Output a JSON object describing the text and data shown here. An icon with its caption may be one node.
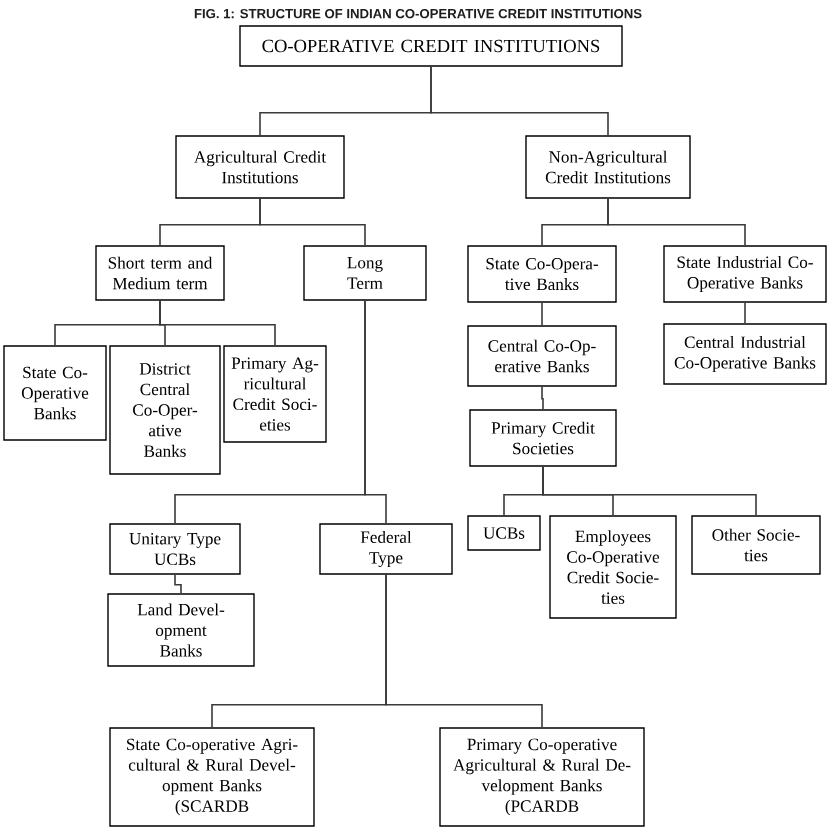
{
  "diagram": {
    "title": "FIG. 1: STRUCTURE OF INDIAN CO-OPERATIVE CREDIT INSTITUTIONS",
    "nodes": [
      {
        "text": [
          "CO-OPERATIVE CREDIT INSTITUTIONS"
        ]
      },
      {
        "text": [
          "Agricultural Credit Institutions"
        ]
      },
      {
        "text": [
          "Non-Agricultural Credit Institutions"
        ]
      },
      {
        "text": [
          "Short term and Medium term"
        ]
      },
      {
        "text": [
          "Long Term"
        ]
      },
      {
        "text": [
          "State Co-Opera- tive Banks"
        ]
      },
      {
        "text": [
          "State Industrial Co- Operative Banks"
        ]
      },
      {
        "text": [
          "State Co- Operative Banks"
        ]
      },
      {
        "text": [
          "District Central Co-Oper- ative Banks"
        ]
      },
      {
        "text": [
          "Primary Ag- ricultural Credit Soci- eties"
        ]
      },
      {
        "text": [
          "Central Co-Op- erative Banks"
        ]
      },
      {
        "text": [
          "Central Industrial Co-Operative Banks"
        ]
      },
      {
        "text": [
          "Primary Credit Societies"
        ]
      },
      {
        "text": [
          "Unitary Type UCBs"
        ]
      },
      {
        "text": [
          "Federal Type"
        ]
      },
      {
        "text": [
          "UCBs"
        ]
      },
      {
        "text": [
          "Employees Co-Operative Credit Socie- ties"
        ]
      },
      {
        "text": [
          "Other Socie- ties"
        ]
      },
      {
        "text": [
          "Land Devel- opment Banks"
        ]
      },
      {
        "text": [
          "State Co-operative Agri- cultural & Rural Devel- opment Banks (SCARDB"
        ]
      },
      {
        "text": [
          "Primary Co-operative Agricultural & Rural De- velopment Banks (PCARDB"
        ]
      }
    ],
    "edges": [
      {
        "from": 0,
        "to": 1,
        "arrow": "none"
      },
      {
        "from": 0,
        "to": 2,
        "arrow": "none"
      },
      {
        "from": 1,
        "to": 3,
        "arrow": "none"
      },
      {
        "from": 1,
        "to": 4,
        "arrow": "none"
      },
      {
        "from": 2,
        "to": 5,
        "arrow": "none"
      },
      {
        "from": 2,
        "to": 6,
        "arrow": "none"
      },
      {
        "from": 3,
        "to": 7,
        "arrow": "none"
      },
      {
        "from": 3,
        "to": 8,
        "arrow": "none"
      },
      {
        "from": 3,
        "to": 9,
        "arrow": "none"
      },
      {
        "from": 5,
        "to": 10,
        "arrow": "none"
      },
      {
        "from": 6,
        "to": 11,
        "arrow": "none"
      },
      {
        "from": 10,
        "to": 12,
        "arrow": "none"
      },
      {
        "from": 4,
        "to": 13,
        "arrow": "none"
      },
      {
        "from": 4,
        "to": 14,
        "arrow": "none"
      },
      {
        "from": 12,
        "to": 15,
        "arrow": "none"
      },
      {
        "from": 12,
        "to": 16,
        "arrow": "none"
      },
      {
        "from": 12,
        "to": 17,
        "arrow": "none"
      },
      {
        "from": 13,
        "to": 18,
        "arrow": "none"
      },
      {
        "from": 14,
        "to": 19,
        "arrow": "none"
      },
      {
        "from": 14,
        "to": 20,
        "arrow": "none"
      }
    ]
  }
}
